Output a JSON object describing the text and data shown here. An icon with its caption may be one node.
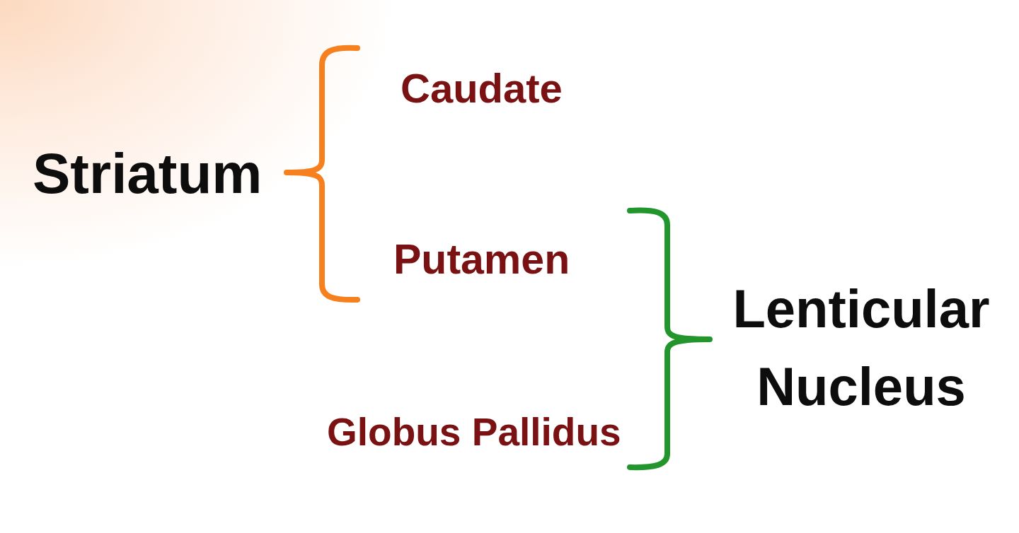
{
  "diagram": {
    "labels": [
      "Caudate",
      "Striatum",
      "Putamen",
      "Lenticular Nucleus",
      "Globus Pallidus"
    ]
  }
}
